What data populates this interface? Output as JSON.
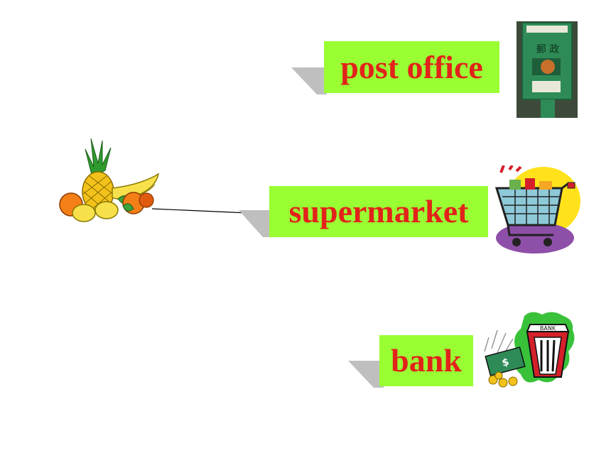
{
  "labels": {
    "post_office": "post office",
    "supermarket": "supermarket",
    "bank": "bank"
  },
  "pictures": {
    "mailbox_sign": "郵 政",
    "bank_sign": "BANK",
    "money_sign": "$"
  },
  "colors": {
    "label_bg": "#99ff33",
    "label_text": "#e2231a",
    "shadow": "#bfbfbf",
    "mailbox": "#2e8b57"
  },
  "icons": [
    "fruit-basket-icon",
    "mailbox-icon",
    "shopping-cart-icon",
    "bank-icon",
    "arrow-icon"
  ]
}
